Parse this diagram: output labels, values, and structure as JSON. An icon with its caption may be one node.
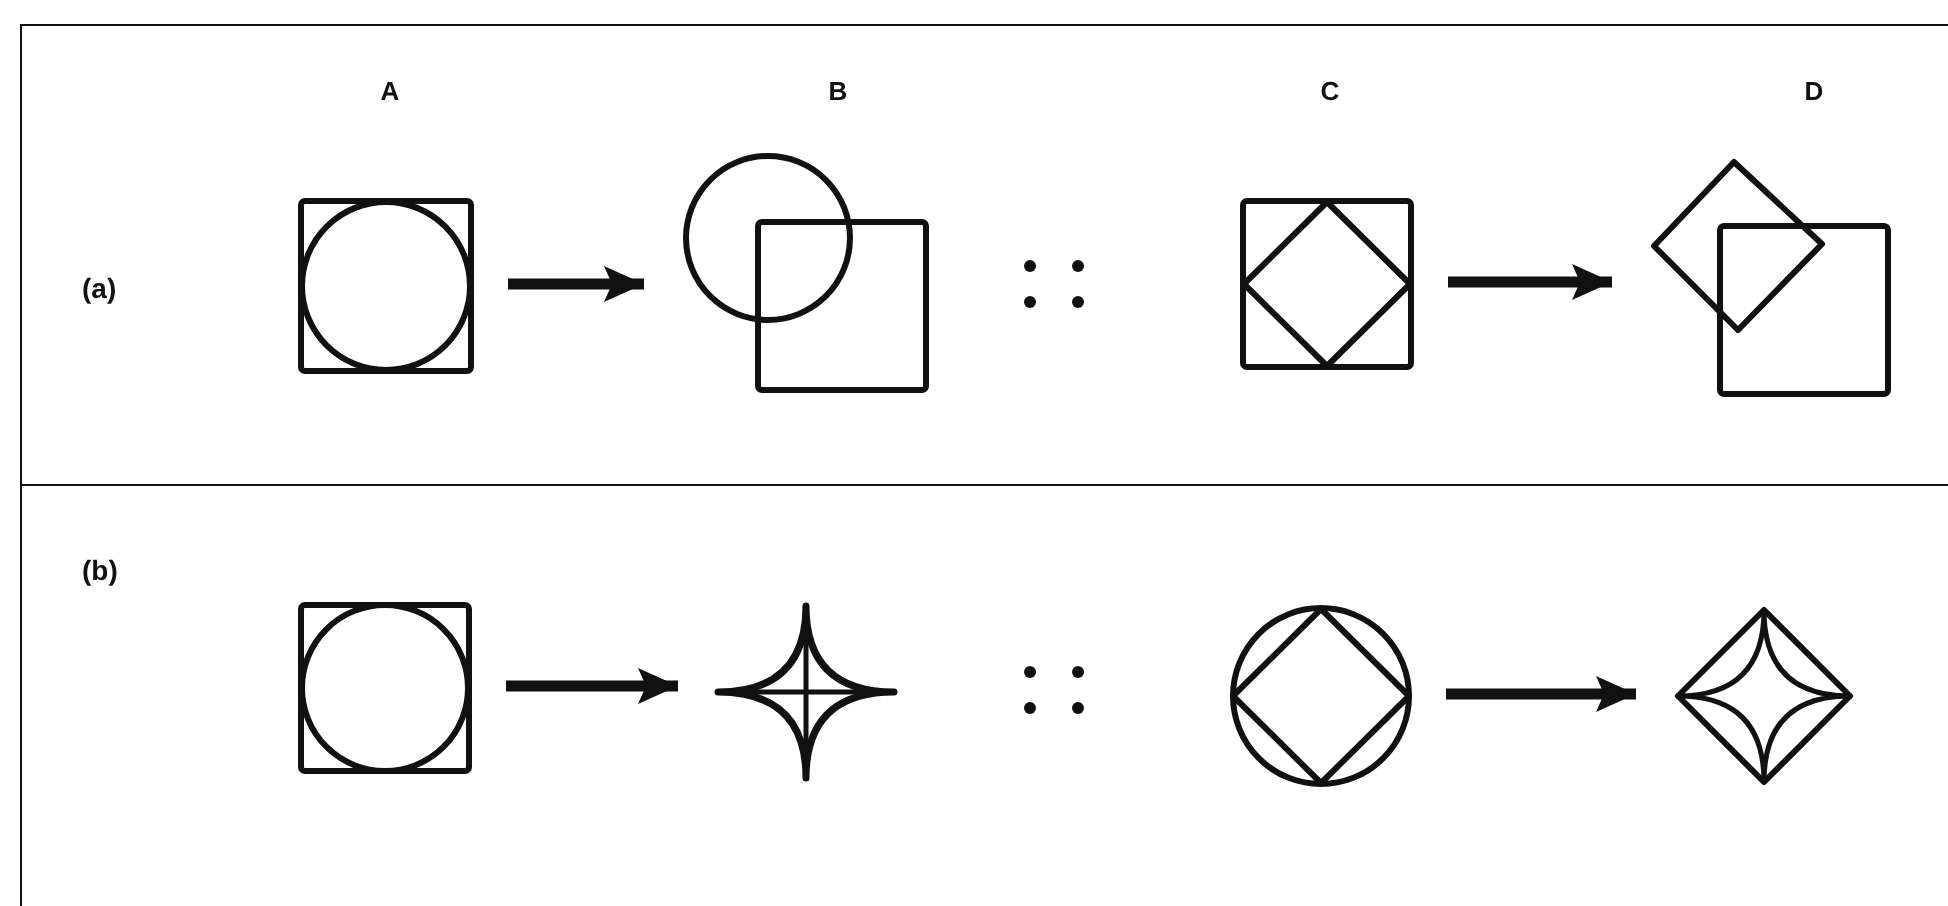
{
  "diagram": {
    "nodes": [
      {
        "text": [
          "(a)"
        ]
      },
      {
        "text": [],
        "shape": "box",
        "in": 0
      },
      {
        "text": [],
        "shape": "box",
        "in": 0
      },
      {
        "text": [],
        "shape": "box",
        "in": 0
      },
      {
        "text": [],
        "shape": "picture",
        "in": 0
      },
      {
        "text": [
          "(b)"
        ]
      },
      {
        "text": [],
        "shape": "box",
        "in": 5
      },
      {
        "text": [],
        "shape": "picture",
        "in": 5
      },
      {
        "text": [],
        "shape": "circle",
        "in": 5
      },
      {
        "text": [],
        "shape": "picture",
        "in": 5
      }
    ],
    "edges": [
      {
        "from": 1,
        "to": 2,
        "arrow": "to"
      },
      {
        "from": 3,
        "to": 4,
        "arrow": "to"
      },
      {
        "from": 6,
        "to": 7,
        "arrow": "to"
      },
      {
        "from": 8,
        "to": 9,
        "arrow": "to"
      }
    ],
    "labels": [
      "A",
      "B",
      "C",
      "D"
    ]
  }
}
